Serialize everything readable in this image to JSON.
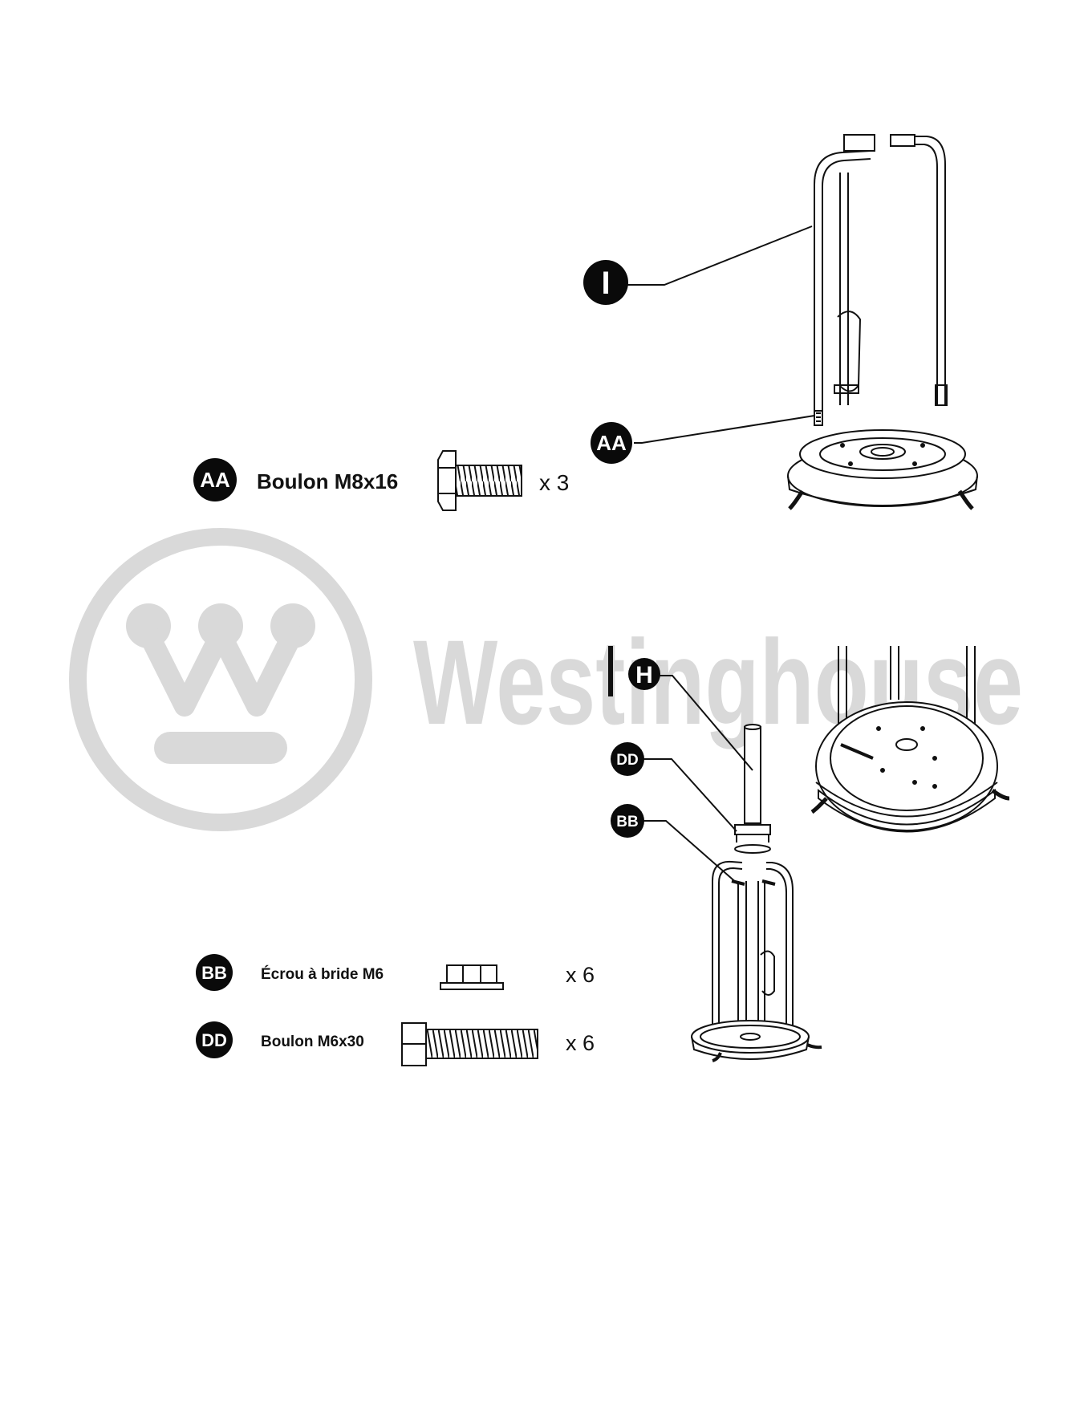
{
  "colors": {
    "ink": "#111111",
    "watermark": "#d9d9d9",
    "badge": "#0a0a0a",
    "badge_text": "#ffffff"
  },
  "watermark": {
    "wordmark": "Westinghouse",
    "icon": "westinghouse-logo-icon"
  },
  "step1": {
    "callouts": {
      "I": "I",
      "AA": "AA"
    },
    "parts": [
      {
        "id": "AA",
        "name": "Boulon M8x16",
        "qty": "x 3",
        "icon": "bolt-icon"
      }
    ]
  },
  "step2": {
    "callouts": {
      "H": "H",
      "DD": "DD",
      "BB": "BB"
    },
    "parts": [
      {
        "id": "BB",
        "name": "Écrou à bride M6",
        "qty": "x 6",
        "icon": "flange-nut-icon"
      },
      {
        "id": "DD",
        "name": "Boulon M6x30",
        "qty": "x 6",
        "icon": "long-bolt-icon"
      }
    ]
  }
}
